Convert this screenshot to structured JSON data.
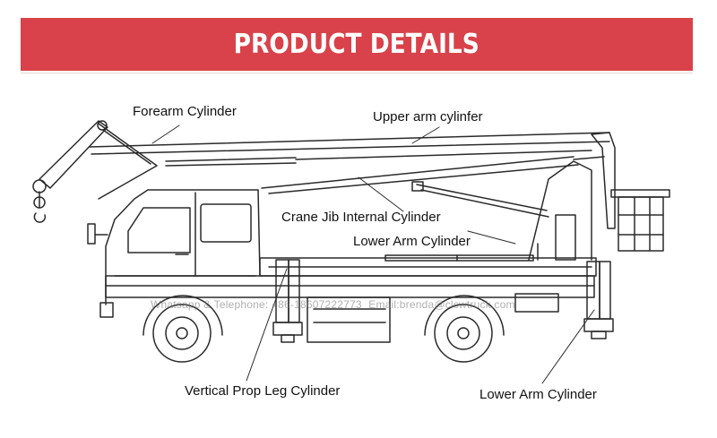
{
  "banner": {
    "title": "PRODUCT DETAILS"
  },
  "colors": {
    "banner": "#d9424a",
    "line": "#2a2a2a"
  },
  "labels": {
    "forearm_cylinder": "Forearm Cylinder",
    "upper_arm_cylinder": "Upper arm cylinfer",
    "crane_jib_internal_cylinder": "Crane Jib Internal Cylinder",
    "lower_arm_cylinder_top": "Lower Arm Cylinder",
    "vertical_prop_leg_cylinder": "Vertical Prop Leg Cylinder",
    "lower_arm_cylinder_bottom": "Lower Arm Cylinder"
  },
  "watermark": {
    "whatsapp": "Whatsapp & Telephone: +86-18607222773",
    "email": "Email:brenda@clcwtruck.com"
  }
}
